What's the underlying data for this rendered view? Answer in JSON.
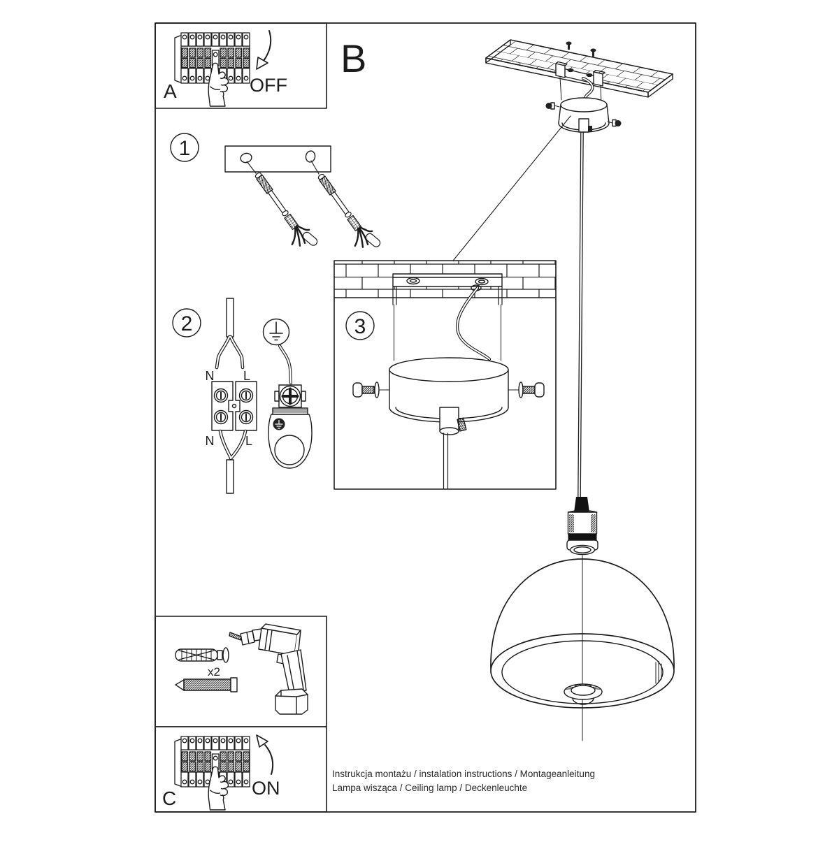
{
  "page": {
    "background": "#ffffff",
    "line_color": "#1c1c1c"
  },
  "sections": {
    "breaker_off": {
      "label": "A",
      "action": "OFF"
    },
    "overview": {
      "label": "B"
    },
    "step1": {
      "number": "1"
    },
    "step2": {
      "number": "2",
      "labels": {
        "n_top": "N",
        "l_top": "L",
        "n_bottom": "N",
        "l_bottom": "L"
      }
    },
    "step3": {
      "number": "3"
    },
    "tools": {
      "anchor_quantity": "x2"
    },
    "breaker_on": {
      "label": "C",
      "action": "ON"
    }
  },
  "footer": {
    "line1": "Instrukcja montażu / instalation instructions / Montageanleitung",
    "line2": "Lampa wisząca / Ceiling lamp  / Deckenleuchte"
  },
  "icons": {
    "circuit_breaker": "circuit-breaker-panel-icon",
    "pointing_hand": "pointing-hand-icon",
    "off_arrow": "curved-down-arrow-icon",
    "on_arrow": "curved-up-arrow-icon",
    "ground_symbol": "grounding-symbol-icon",
    "drill": "power-drill-icon",
    "wall_plug": "wall-anchor-icon",
    "screw": "screw-icon"
  }
}
